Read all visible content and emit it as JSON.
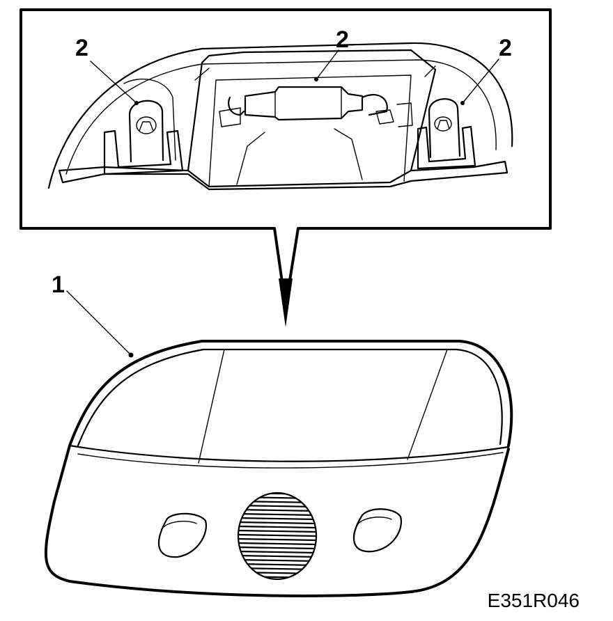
{
  "callouts": {
    "lamp_left": "2",
    "lamp_center": "2",
    "lamp_right": "2",
    "housing": "1"
  },
  "figure_code": "E351R046",
  "icons": [
    "bulb-icon",
    "festoon-bulb-icon",
    "grille-icon",
    "lens-icon"
  ]
}
